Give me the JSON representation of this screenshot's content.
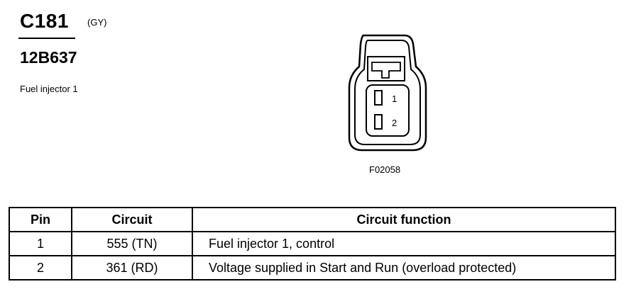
{
  "header": {
    "connector_id": "C181",
    "connector_color": "(GY)",
    "part_number": "12B637",
    "description": "Fuel injector 1"
  },
  "diagram": {
    "pin_labels": [
      "1",
      "2"
    ],
    "figure_code": "F02058"
  },
  "table": {
    "headers": [
      "Pin",
      "Circuit",
      "Circuit function"
    ],
    "rows": [
      {
        "pin": "1",
        "circuit": "555 (TN)",
        "function": "Fuel injector 1, control"
      },
      {
        "pin": "2",
        "circuit": "361 (RD)",
        "function": "Voltage supplied in Start and Run (overload protected)"
      }
    ]
  }
}
